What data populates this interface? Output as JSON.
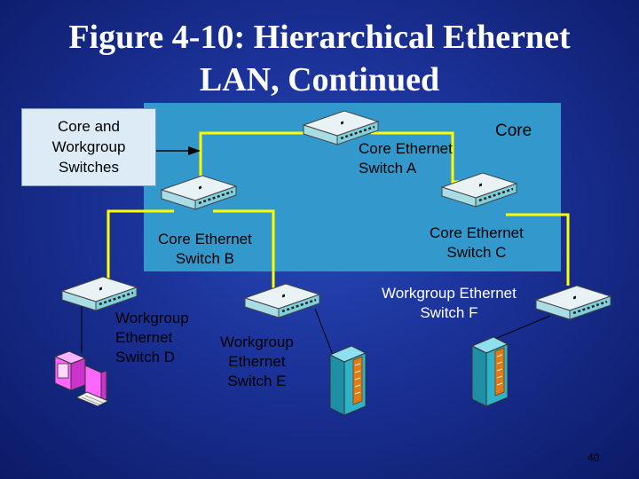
{
  "slide": {
    "title_line1": "Figure 4-10: Hierarchical Ethernet",
    "title_line2": "LAN, Continued",
    "page_number": "40"
  },
  "callout": {
    "line1": "Core and",
    "line2": "Workgroup",
    "line3": "Switches"
  },
  "core_label": "Core",
  "labels": {
    "switch_a_l1": "Core Ethernet",
    "switch_a_l2": "Switch A",
    "switch_b_l1": "Core Ethernet",
    "switch_b_l2": "Switch B",
    "switch_c_l1": "Core Ethernet",
    "switch_c_l2": "Switch C",
    "switch_d_l1": "Workgroup",
    "switch_d_l2": "Ethernet",
    "switch_d_l3": "Switch D",
    "switch_e_l1": "Workgroup",
    "switch_e_l2": "Ethernet",
    "switch_e_l3": "Switch E",
    "switch_f_l1": "Workgroup Ethernet",
    "switch_f_l2": "Switch F"
  },
  "colors": {
    "background": "#1a3196",
    "core_area": "#3399cc",
    "link": "#ffff00",
    "switch_top": "#e9f3f6",
    "switch_front": "#7fd0dc",
    "server": "#2fb3c8",
    "server_panel": "#e07a1a",
    "pc": "#ff66ff"
  }
}
